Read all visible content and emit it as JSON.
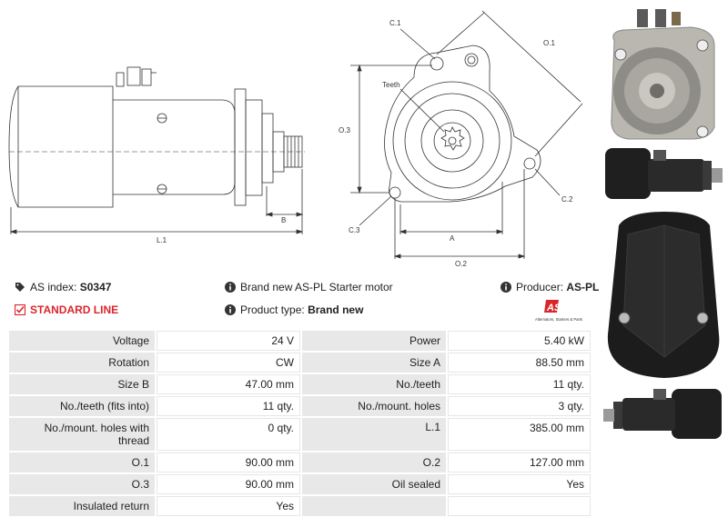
{
  "drawing": {
    "labels": {
      "l1": "L.1",
      "b": "B",
      "c1": "C.1",
      "o1": "O.1",
      "teeth": "Teeth",
      "o3": "O.3",
      "c2": "C.2",
      "c3": "C.3",
      "a": "A",
      "o2": "O.2"
    }
  },
  "info": {
    "index_label": "AS index:",
    "index_value": "S0347",
    "description": "Brand new AS-PL Starter motor",
    "producer_label": "Producer:",
    "producer_value": "AS-PL",
    "line_label": "STANDARD LINE",
    "type_label": "Product type:",
    "type_value": "Brand new",
    "logo_text": "AS",
    "logo_tagline": "Alternators, Starters & Parts"
  },
  "specs": [
    [
      {
        "label": "Voltage",
        "value": "24 V"
      },
      {
        "label": "Power",
        "value": "5.40 kW"
      }
    ],
    [
      {
        "label": "Rotation",
        "value": "CW"
      },
      {
        "label": "Size A",
        "value": "88.50 mm"
      }
    ],
    [
      {
        "label": "Size B",
        "value": "47.00 mm"
      },
      {
        "label": "No./teeth",
        "value": "11 qty."
      }
    ],
    [
      {
        "label": "No./teeth (fits into)",
        "value": "11 qty."
      },
      {
        "label": "No./mount. holes",
        "value": "3 qty."
      }
    ],
    [
      {
        "label": "No./mount. holes with thread",
        "value": "0 qty."
      },
      {
        "label": "L.1",
        "value": "385.00 mm"
      }
    ],
    [
      {
        "label": "O.1",
        "value": "90.00 mm"
      },
      {
        "label": "O.2",
        "value": "127.00 mm"
      }
    ],
    [
      {
        "label": "O.3",
        "value": "90.00 mm"
      },
      {
        "label": "Oil sealed",
        "value": "Yes"
      }
    ],
    [
      {
        "label": "Insulated return",
        "value": "Yes"
      },
      {
        "label": "",
        "value": ""
      }
    ]
  ],
  "colors": {
    "accent_red": "#d9262b",
    "label_bg": "#e8e8e8",
    "line": "#333333"
  }
}
